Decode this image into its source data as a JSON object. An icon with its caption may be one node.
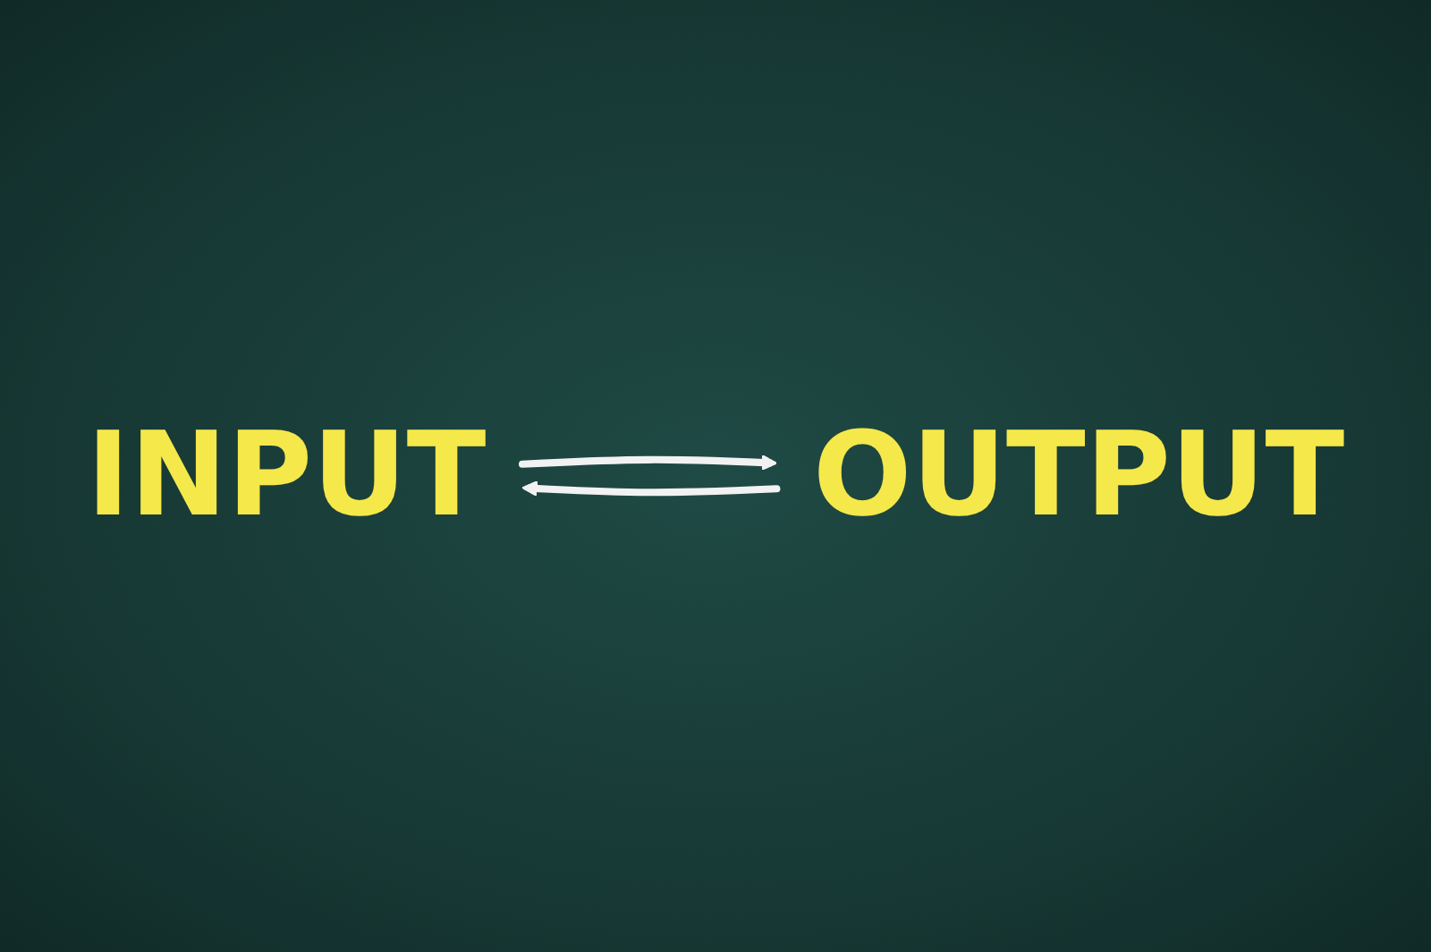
{
  "diagram": {
    "nodes": [
      {
        "text": [
          "INPUT"
        ]
      },
      {
        "text": [
          "OUTPUT"
        ]
      }
    ],
    "edges": [
      {
        "from": 0,
        "to": 1,
        "arrow": "to"
      },
      {
        "from": 1,
        "to": 0,
        "arrow": "to"
      }
    ]
  }
}
